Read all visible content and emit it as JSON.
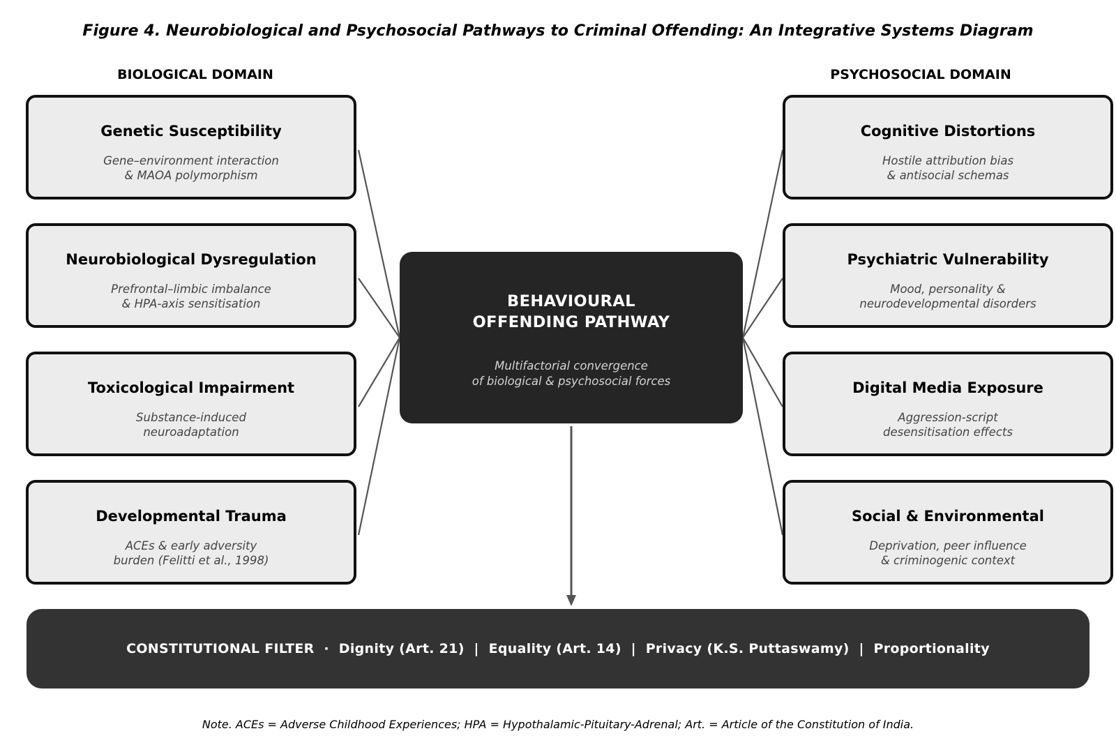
{
  "figure_title": "Figure 4. Neurobiological and Psychosocial Pathways to Criminal Offending: An Integrative Systems Diagram",
  "biological_domain": {
    "heading": "BIOLOGICAL DOMAIN",
    "factors": [
      {
        "title": "Genetic Susceptibility",
        "description": "Gene–environment interaction\n& MAOA polymorphism"
      },
      {
        "title": "Neurobiological Dysregulation",
        "description": "Prefrontal–limbic imbalance\n& HPA-axis sensitisation"
      },
      {
        "title": "Toxicological Impairment",
        "description": "Substance-induced\nneuroadaptation"
      },
      {
        "title": "Developmental Trauma",
        "description": "ACEs & early adversity\nburden (Felitti et al., 1998)"
      }
    ]
  },
  "psychosocial_domain": {
    "heading": "PSYCHOSOCIAL DOMAIN",
    "factors": [
      {
        "title": "Cognitive Distortions",
        "description": "Hostile attribution bias\n& antisocial schemas"
      },
      {
        "title": "Psychiatric Vulnerability",
        "description": "Mood, personality &\nneurodevelopmental disorders"
      },
      {
        "title": "Digital Media Exposure",
        "description": "Aggression-script\ndesensitisation effects"
      },
      {
        "title": "Social & Environmental",
        "description": "Deprivation, peer influence\n& criminogenic context"
      }
    ]
  },
  "central_node": {
    "title": "BEHAVIOURAL\nOFFENDING PATHWAY",
    "description": "Multifactorial convergence\nof biological & psychosocial forces"
  },
  "constitutional_filter": {
    "text": "CONSTITUTIONAL FILTER  ·  Dignity (Art. 21)  |  Equality (Art. 14)  |  Privacy (K.S. Puttaswamy)  |  Proportionality"
  },
  "footnote": "Note. ACEs = Adverse Childhood Experiences; HPA = Hypothalamic-Pituitary-Adrenal; Art. = Article of the Constitution of India.",
  "colors": {
    "factor_fill": "#ececec",
    "factor_border": "#111111",
    "center_fill": "#252525",
    "filter_fill": "#333333",
    "connector": "#555555"
  }
}
